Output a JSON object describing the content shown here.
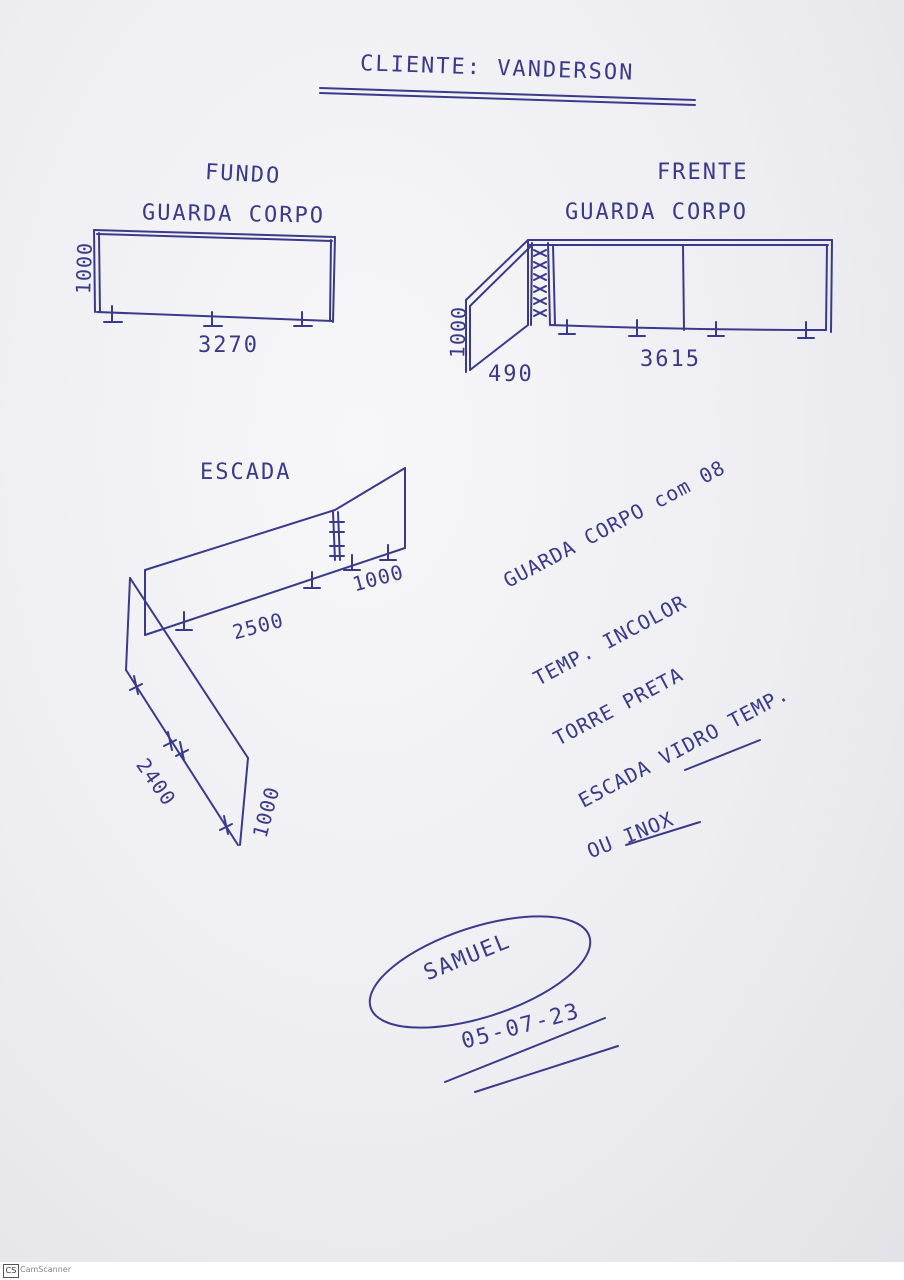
{
  "header": {
    "client": "CLIENTE: VANDERSON"
  },
  "fundo": {
    "title": "FUNDO",
    "subtitle": "GUARDA CORPO",
    "height": "1000",
    "width": "3270"
  },
  "frente": {
    "title": "FRENTE",
    "subtitle": "GUARDA CORPO",
    "height": "1000",
    "side_width": "490",
    "width": "3615"
  },
  "escada": {
    "title": "ESCADA",
    "dim_top_short": "1000",
    "dim_top_long": "2500",
    "dim_diag": "2400",
    "dim_side": "1000"
  },
  "notes": {
    "line1": "GUARDA CORPO com 08",
    "line2": "TEMP. INCOLOR",
    "line3": "TORRE PRETA",
    "line4": "ESCADA VIDRO TEMP.",
    "line5": "OU INOX"
  },
  "signature": {
    "name": "SAMUEL",
    "date": "05-07-23"
  },
  "footer": {
    "badge": "CS",
    "scanner": "CamScanner"
  },
  "colors": {
    "ink": "#3a3a8c",
    "paper": "#f2f2f6"
  }
}
